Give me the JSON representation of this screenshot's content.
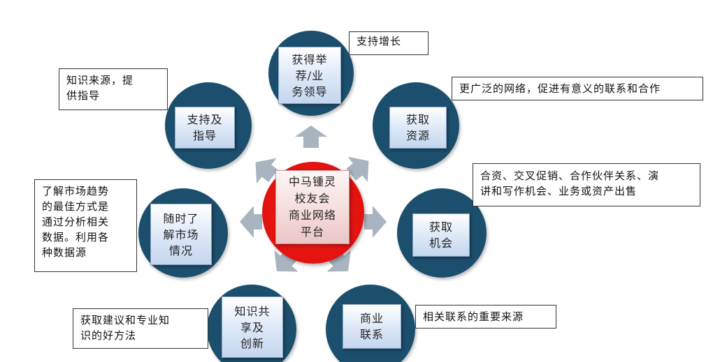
{
  "center": {
    "label": "中马锺灵\n校友会\n商业网络\n平台"
  },
  "nodes": {
    "top": {
      "label": "获得举\n荐/业\n务领导"
    },
    "upper_left": {
      "label": "支持及\n指导"
    },
    "upper_right": {
      "label": "获取\n资源"
    },
    "left": {
      "label": "随时了\n解市场\n情况"
    },
    "right": {
      "label": "获取\n机会"
    },
    "lower_left": {
      "label": "知识共\n享及\n创新"
    },
    "lower_right": {
      "label": "商业\n联系"
    }
  },
  "callouts": {
    "top": "支持增长",
    "upper_left": "知识来源，提\n供指导",
    "upper_right": "更广泛的网络，促进有意义的联系和合作",
    "right": "合资、交叉促销、合作伙伴关系、演\n讲和写作机会、业务或资产出售",
    "left": "了解市场趋势\n的最佳方式是\n通过分析相关\n数据。利用各\n种数据源",
    "lower_left": "获取建议和专业知\n识的好方法",
    "lower_right": "相关联系的重要来源"
  },
  "colors": {
    "node_circle": "#1b4f6d",
    "center_circle": "#e3120f",
    "arrow": "#a8b4bf"
  }
}
